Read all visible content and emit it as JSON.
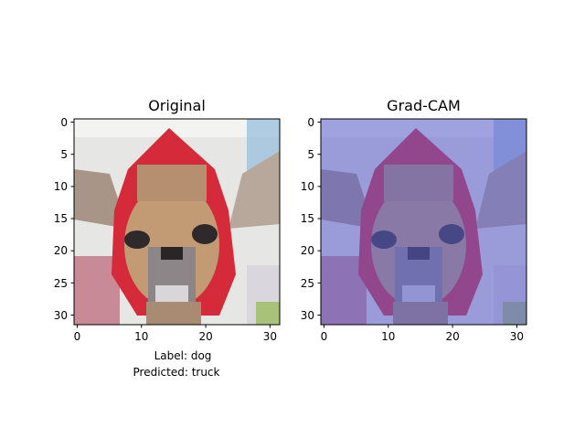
{
  "chart_data": [
    {
      "type": "image",
      "title": "Original",
      "xlabel": "Label: dog",
      "xlabel2": "Predicted: truck",
      "xlim": [
        -0.5,
        31.5
      ],
      "ylim": [
        31.5,
        -0.5
      ],
      "xticks": [
        0,
        10,
        20,
        30
      ],
      "yticks": [
        0,
        5,
        10,
        15,
        20,
        25,
        30
      ],
      "grid": false,
      "overlay": "none"
    },
    {
      "type": "image",
      "title": "Grad-CAM",
      "xlabel": "",
      "xlim": [
        -0.5,
        31.5
      ],
      "ylim": [
        31.5,
        -0.5
      ],
      "xticks": [
        0,
        10,
        20,
        30
      ],
      "yticks": [
        0,
        5,
        10,
        15,
        20,
        25,
        30
      ],
      "grid": false,
      "overlay": "blue heatmap"
    }
  ],
  "colors": {
    "hood": "#d42a3a",
    "face": "#c29a74",
    "ears": "#a99588",
    "background_light": "#e6e6e4",
    "background_pink": "#c98a98",
    "sky_blue": "#9fc2de",
    "grass_green": "#a9c27a",
    "eye_dark": "#2e2a2c",
    "muzzle": "#8c8688",
    "overlay_blue": "#5b5fd0"
  }
}
